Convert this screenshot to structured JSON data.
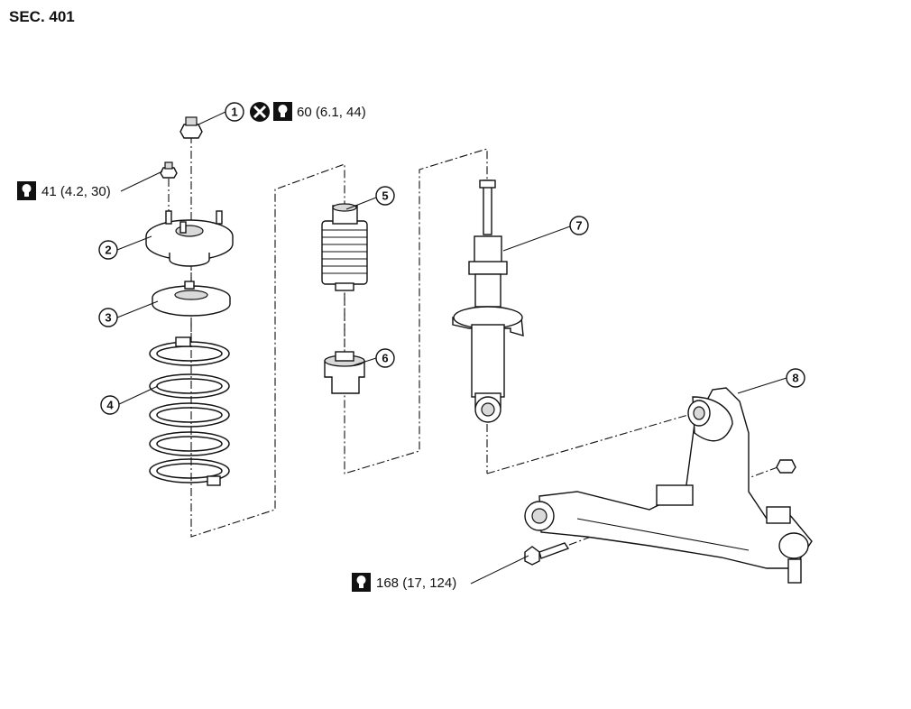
{
  "title": "SEC. 401",
  "callouts": [
    "1",
    "2",
    "3",
    "4",
    "5",
    "6",
    "7",
    "8"
  ],
  "torque_specs": {
    "nut_1": "60 (6.1, 44)",
    "mount_nuts": "41 (4.2, 30)",
    "bolt": "168 (17, 124)"
  },
  "icons": {
    "torque_symbol": "torque-wrench-icon",
    "never_reuse_symbol": "do-not-reuse-icon"
  }
}
